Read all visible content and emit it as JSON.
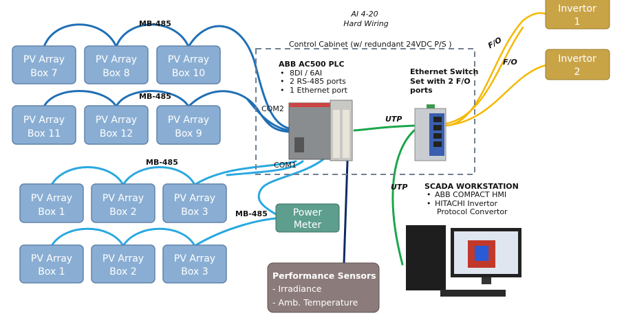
{
  "title": {
    "line1": "AI 4-20",
    "line2": "Hard Wiring"
  },
  "cabinet_label": "Control Cabinet (w/ redundant 24VDC P/S  )",
  "plc": {
    "title": "ABB AC500 PLC",
    "bullets": [
      "8DI / 6AI",
      "2 RS-485 ports",
      "1 Ethernet port"
    ],
    "com1": "COM1",
    "com2": "COM2"
  },
  "switch": {
    "lines": [
      "Ethernet Switch",
      "Set with 2 F/O",
      "ports"
    ]
  },
  "links": {
    "utp1": "UTP",
    "utp2": "UTP",
    "fo1": "F/O",
    "fo2": "F/O",
    "mb_row1": "MB-485",
    "mb_row2": "MB-485",
    "mb_row3": "MB-485",
    "mb_meter": "MB-485"
  },
  "pv_rows": [
    [
      {
        "l1": "PV Array",
        "l2": "Box 7"
      },
      {
        "l1": "PV Array",
        "l2": "Box 8"
      },
      {
        "l1": "PV Array",
        "l2": "Box 10"
      }
    ],
    [
      {
        "l1": "PV Array",
        "l2": "Box 11"
      },
      {
        "l1": "PV Array",
        "l2": "Box 12"
      },
      {
        "l1": "PV Array",
        "l2": "Box 9"
      }
    ],
    [
      {
        "l1": "PV Array",
        "l2": "Box 1"
      },
      {
        "l1": "PV Array",
        "l2": "Box 2"
      },
      {
        "l1": "PV Array",
        "l2": "Box 3"
      }
    ],
    [
      {
        "l1": "PV Array",
        "l2": "Box 1"
      },
      {
        "l1": "PV Array",
        "l2": "Box 2"
      },
      {
        "l1": "PV Array",
        "l2": "Box 3"
      }
    ]
  ],
  "invertors": [
    {
      "l1": "Invertor",
      "l2": "1"
    },
    {
      "l1": "Invertor",
      "l2": "2"
    }
  ],
  "power_meter": {
    "l1": "Power",
    "l2": "Meter"
  },
  "sensors": {
    "title": "Performance Sensors",
    "items": [
      "- Irradiance",
      "- Amb. Temperature"
    ]
  },
  "scada": {
    "title": "SCADA WORKSTATION",
    "bullets": [
      "ABB COMPACT HMI",
      "HITACHI Invertor"
    ],
    "cont": "Protocol Convertor"
  },
  "colors": {
    "pv_box": "#8aaed3",
    "invertor": "#c9a447",
    "power_meter": "#5e9e8e",
    "sensors": "#8c7b7b",
    "mb485_dark": "#1f6fb5",
    "mb485_light": "#29a8e0",
    "fiber": "#f5b800",
    "utp": "#1aa64a",
    "analog": "#0d2a66"
  }
}
